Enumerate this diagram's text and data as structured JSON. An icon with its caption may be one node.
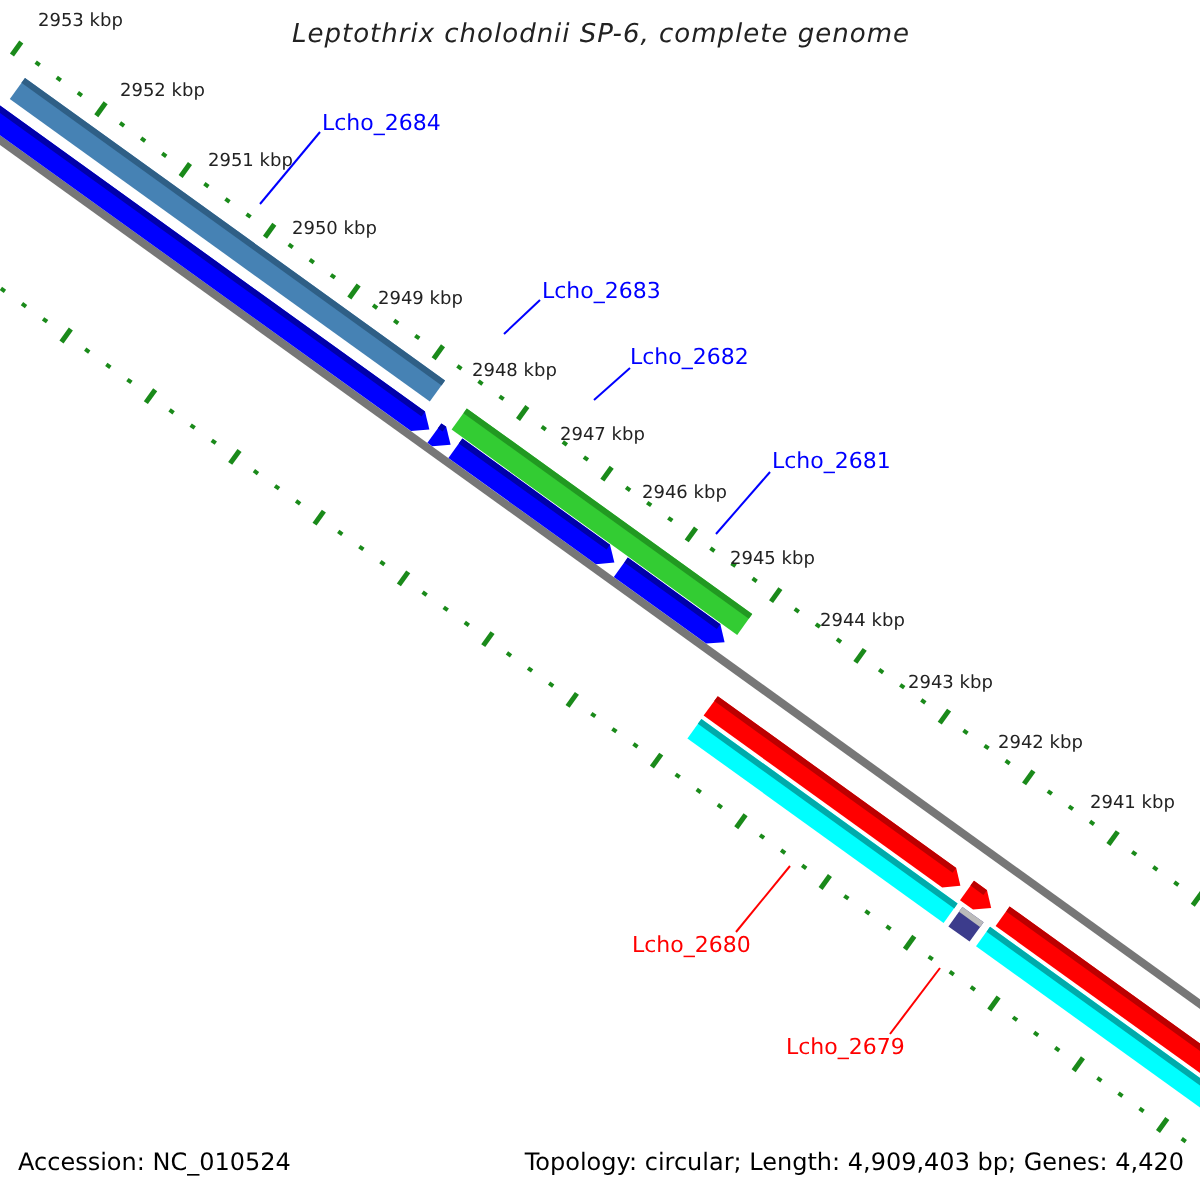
{
  "diagram": {
    "title": "Leptothrix cholodnii SP-6, complete genome",
    "nodes": [
      {
        "text": [
          "Lcho_2684"
        ]
      },
      {
        "text": [
          "Lcho_2683"
        ]
      },
      {
        "text": [
          "Lcho_2682"
        ]
      },
      {
        "text": [
          "Lcho_2681"
        ]
      },
      {
        "text": [
          "Lcho_2680"
        ]
      },
      {
        "text": [
          "Lcho_2679"
        ]
      }
    ],
    "edges": [
      {
        "from": 0,
        "to": null,
        "arrow": "none"
      },
      {
        "from": 1,
        "to": null,
        "arrow": "none"
      },
      {
        "from": 2,
        "to": null,
        "arrow": "none"
      },
      {
        "from": 3,
        "to": null,
        "arrow": "none"
      },
      {
        "from": 4,
        "to": null,
        "arrow": "none",
        "color": "#ff0000"
      },
      {
        "from": 5,
        "to": null,
        "arrow": "none",
        "color": "#ff0000"
      }
    ],
    "labels": [
      "2953 kbp",
      "2952 kbp",
      "2951 kbp",
      "2950 kbp",
      "2949 kbp",
      "2948 kbp",
      "2947 kbp",
      "2946 kbp",
      "2945 kbp",
      "2944 kbp",
      "2943 kbp",
      "2942 kbp",
      "2941 kbp",
      "Accession: NC_010524",
      "Topology: circular; Length: 4,909,403 bp; Genes: 4,420"
    ]
  }
}
